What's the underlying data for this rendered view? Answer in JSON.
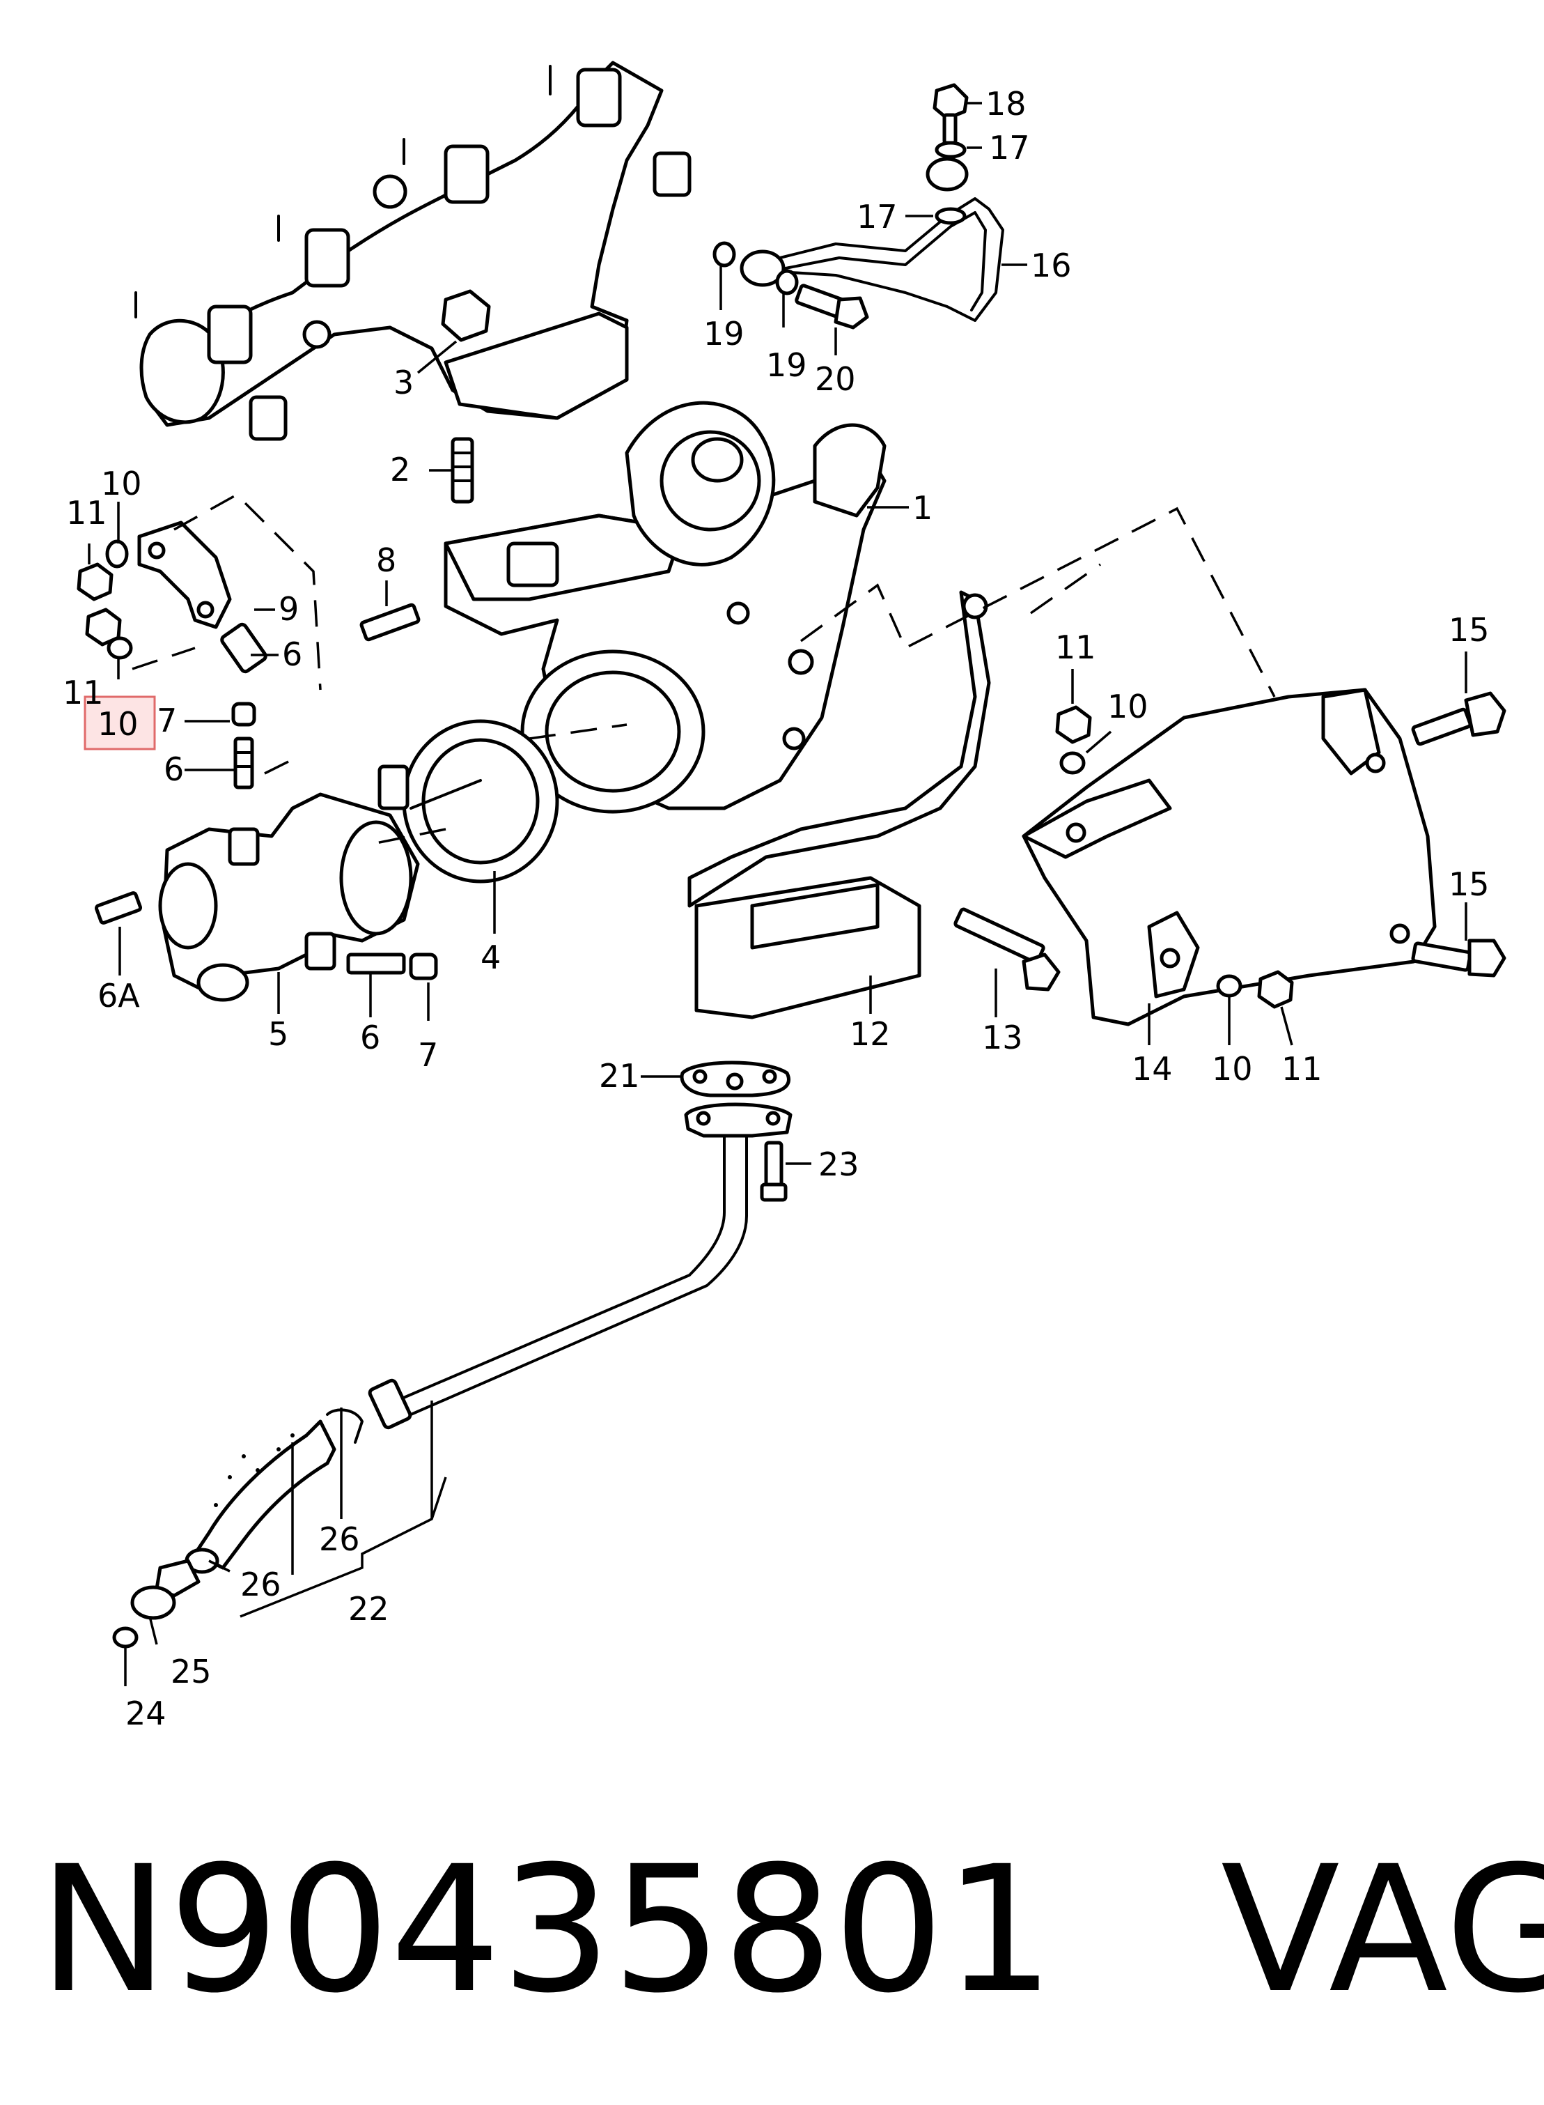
{
  "diagram": {
    "callouts": {
      "c1": "1",
      "c2": "2",
      "c3": "3",
      "c4": "4",
      "c5": "5",
      "c6a": "6",
      "c6b": "6",
      "c6c": "6",
      "c6A": "6A",
      "c7a": "7",
      "c7b": "7",
      "c8": "8",
      "c9": "9",
      "c10a": "10",
      "c10b": "10",
      "c10c": "10",
      "c10d": "10",
      "c11a": "11",
      "c11b": "11",
      "c11c": "11",
      "c11d": "11",
      "c12": "12",
      "c13": "13",
      "c14": "14",
      "c15a": "15",
      "c15b": "15",
      "c16": "16",
      "c17a": "17",
      "c17b": "17",
      "c18": "18",
      "c19a": "19",
      "c19b": "19",
      "c20": "20",
      "c21": "21",
      "c22": "22",
      "c23": "23",
      "c24": "24",
      "c25": "25",
      "c26a": "26",
      "c26b": "26"
    },
    "highlighted_part": "10",
    "colors": {
      "line": "#000000",
      "highlight_border": "#e06a6a",
      "highlight_fill": "#fde4e4",
      "highlight_text": "#8a8a8a"
    }
  },
  "footer": {
    "part_number": "N90435801",
    "brand": "VAG"
  }
}
